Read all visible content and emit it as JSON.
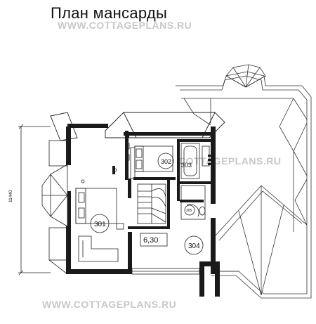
{
  "title": "План мансарды",
  "watermark": "WWW.COTTAGEPLANS.RU",
  "watermark_mid": "COTTAGEPLANS.RU",
  "dimension_label": "11440",
  "rooms": {
    "r301": "301",
    "r302": "302",
    "r303": "303",
    "r304": "304",
    "r305": "305"
  },
  "area_label": "6,30",
  "colors": {
    "wall": "#1a1a1a",
    "line": "#222222",
    "watermark": "#c8c8c8"
  }
}
